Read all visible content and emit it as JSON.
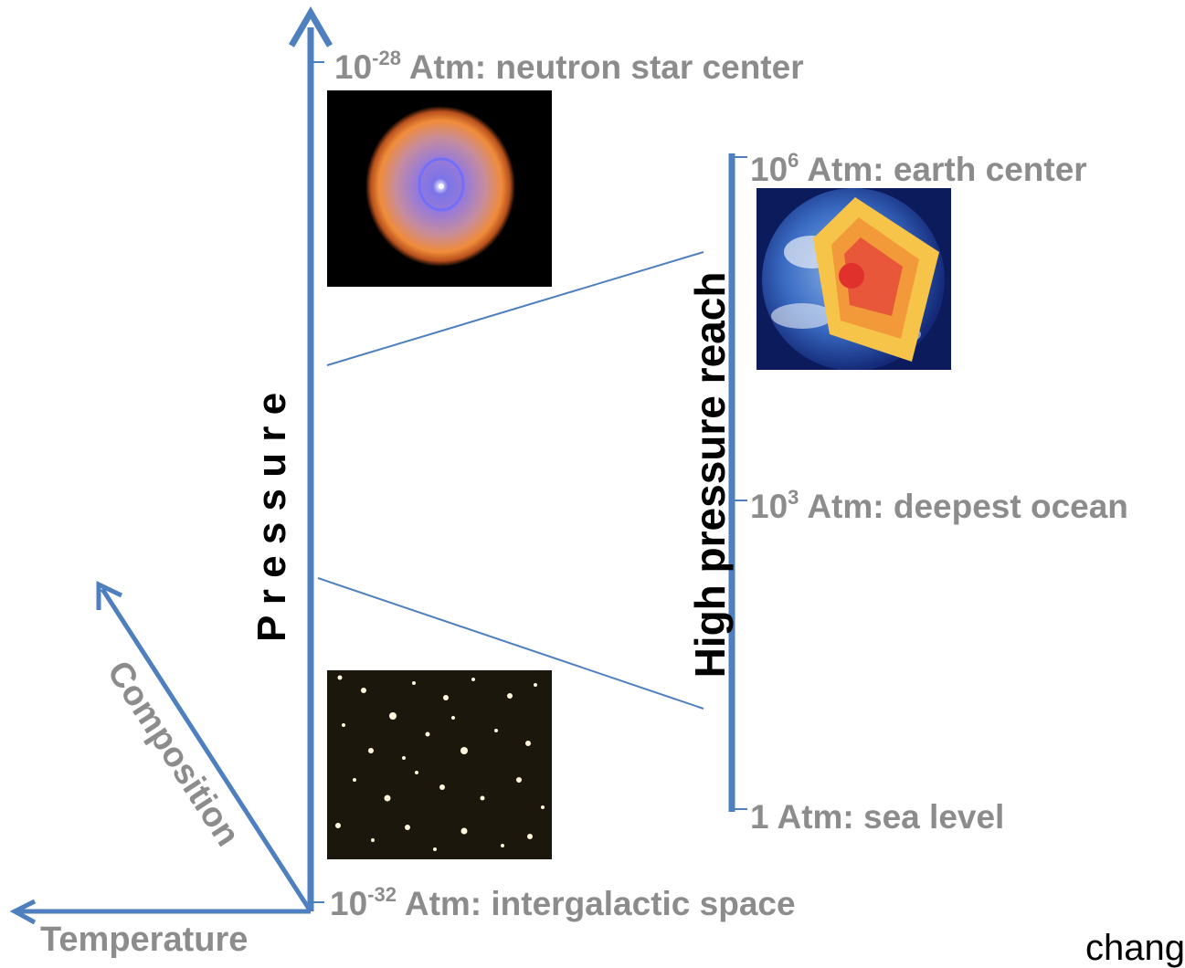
{
  "axes": {
    "pressure_label": "P r e s s u r e",
    "composition_label": "Composition",
    "temperature_label": "Temperature",
    "high_pressure_label": "High pressure reach"
  },
  "main_scale": {
    "top": {
      "base": "10",
      "exp": "-28",
      "text": " Atm: neutron star center"
    },
    "bottom": {
      "base": "10",
      "exp": "-32",
      "text": " Atm: intergalactic space"
    }
  },
  "reach_scale": {
    "top": {
      "base": "10",
      "exp": "6",
      "text": " Atm: earth center"
    },
    "middle": {
      "base": "10",
      "exp": "3",
      "text": " Atm: deepest ocean"
    },
    "bottom": {
      "text": "1 Atm: sea level"
    }
  },
  "footer": {
    "cut_text": "chang"
  },
  "images": [
    {
      "name": "nebula-image",
      "depicts": "orange ringed planetary nebula on black sky"
    },
    {
      "name": "starfield-image",
      "depicts": "star field in intergalactic space"
    },
    {
      "name": "earth-core-image",
      "depicts": "earth cutaway showing core layers"
    }
  ],
  "colors": {
    "axis_blue": "#4e7fbe",
    "label_gray": "#8c8c8c",
    "label_black": "#000000"
  }
}
